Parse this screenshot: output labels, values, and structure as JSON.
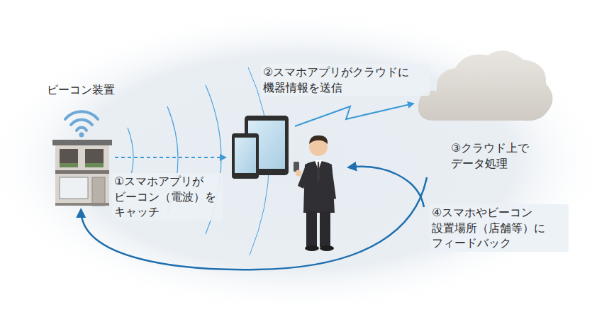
{
  "diagram": {
    "nodes": [
      {
        "text": [
          "ビーコン装置"
        ]
      },
      {
        "text": [
          "③クラウド上で データ処理"
        ]
      }
    ],
    "edges": [
      {
        "from": 1,
        "to": 0,
        "arrow": "to"
      }
    ],
    "labels": [
      "①スマホアプリが ビーコン（電波）を キャッチ",
      "②スマホアプリがクラウドに 機器情報を送信",
      "④スマホやビーコン 設置場所（店舗等）に フィードバック"
    ]
  }
}
